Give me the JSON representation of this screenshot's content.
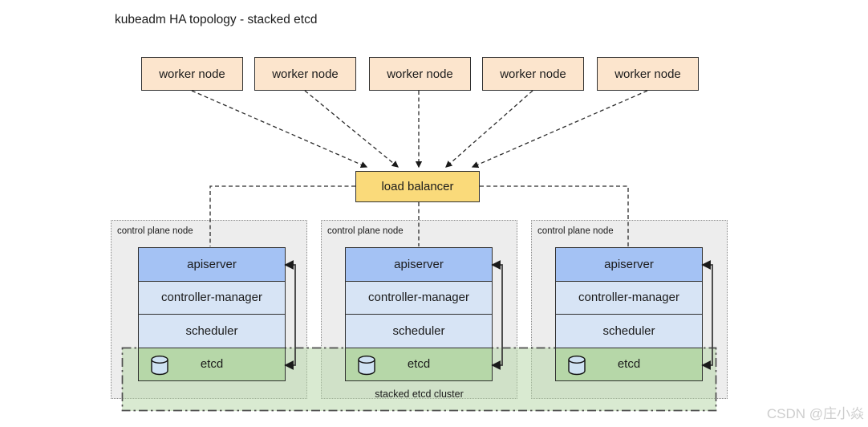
{
  "title": "kubeadm HA topology - stacked etcd",
  "workers": [
    "worker node",
    "worker node",
    "worker node",
    "worker node",
    "worker node"
  ],
  "load_balancer": {
    "label": "load balancer"
  },
  "control_planes": [
    {
      "label": "control plane node",
      "components": [
        "apiserver",
        "controller-manager",
        "scheduler",
        "etcd"
      ]
    },
    {
      "label": "control plane node",
      "components": [
        "apiserver",
        "controller-manager",
        "scheduler",
        "etcd"
      ]
    },
    {
      "label": "control plane node",
      "components": [
        "apiserver",
        "controller-manager",
        "scheduler",
        "etcd"
      ]
    }
  ],
  "etcd_cluster": {
    "label": "stacked etcd cluster"
  },
  "watermark": "CSDN @庄小焱",
  "icons": [
    "database-cylinder-icon"
  ],
  "colors": {
    "worker-fill": "#fce5cd",
    "lb-fill": "#fada7a",
    "apiserver-fill": "#a4c2f4",
    "component-fill": "#d7e4f5",
    "etcd-fill": "#b6d7a8",
    "band-fill": "#b7d7a6",
    "node-fill": "#ededed",
    "border-dark": "#303030",
    "connector": "#2b2b2b",
    "watermark": "#cdcdcd"
  }
}
